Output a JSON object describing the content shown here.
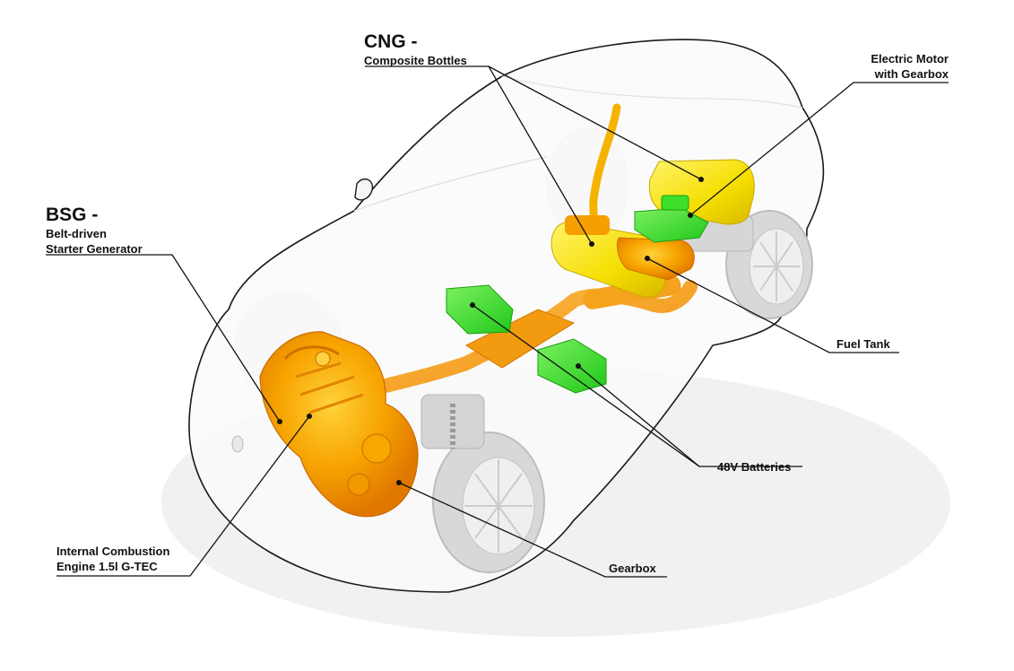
{
  "colors": {
    "combustion_parts": "#f5a000",
    "cng_bottles": "#f5e400",
    "electric_parts": "#37e02a",
    "body_outline": "#1a1a1a",
    "leader_lines": "#111111",
    "tyres": "#d8d8d8"
  },
  "labels": {
    "cng": {
      "title": "CNG -",
      "sub": "Composite Bottles"
    },
    "electric_motor": {
      "line1": "Electric Motor",
      "line2": "with Gearbox"
    },
    "bsg": {
      "title": "BSG -",
      "line1": "Belt-driven",
      "line2": "Starter Generator"
    },
    "fuel_tank": {
      "text": "Fuel Tank"
    },
    "batteries": {
      "text": "48V Batteries"
    },
    "ice": {
      "line1": "Internal Combustion",
      "line2": "Engine 1.5l G-TEC"
    },
    "gearbox": {
      "text": "Gearbox"
    }
  }
}
